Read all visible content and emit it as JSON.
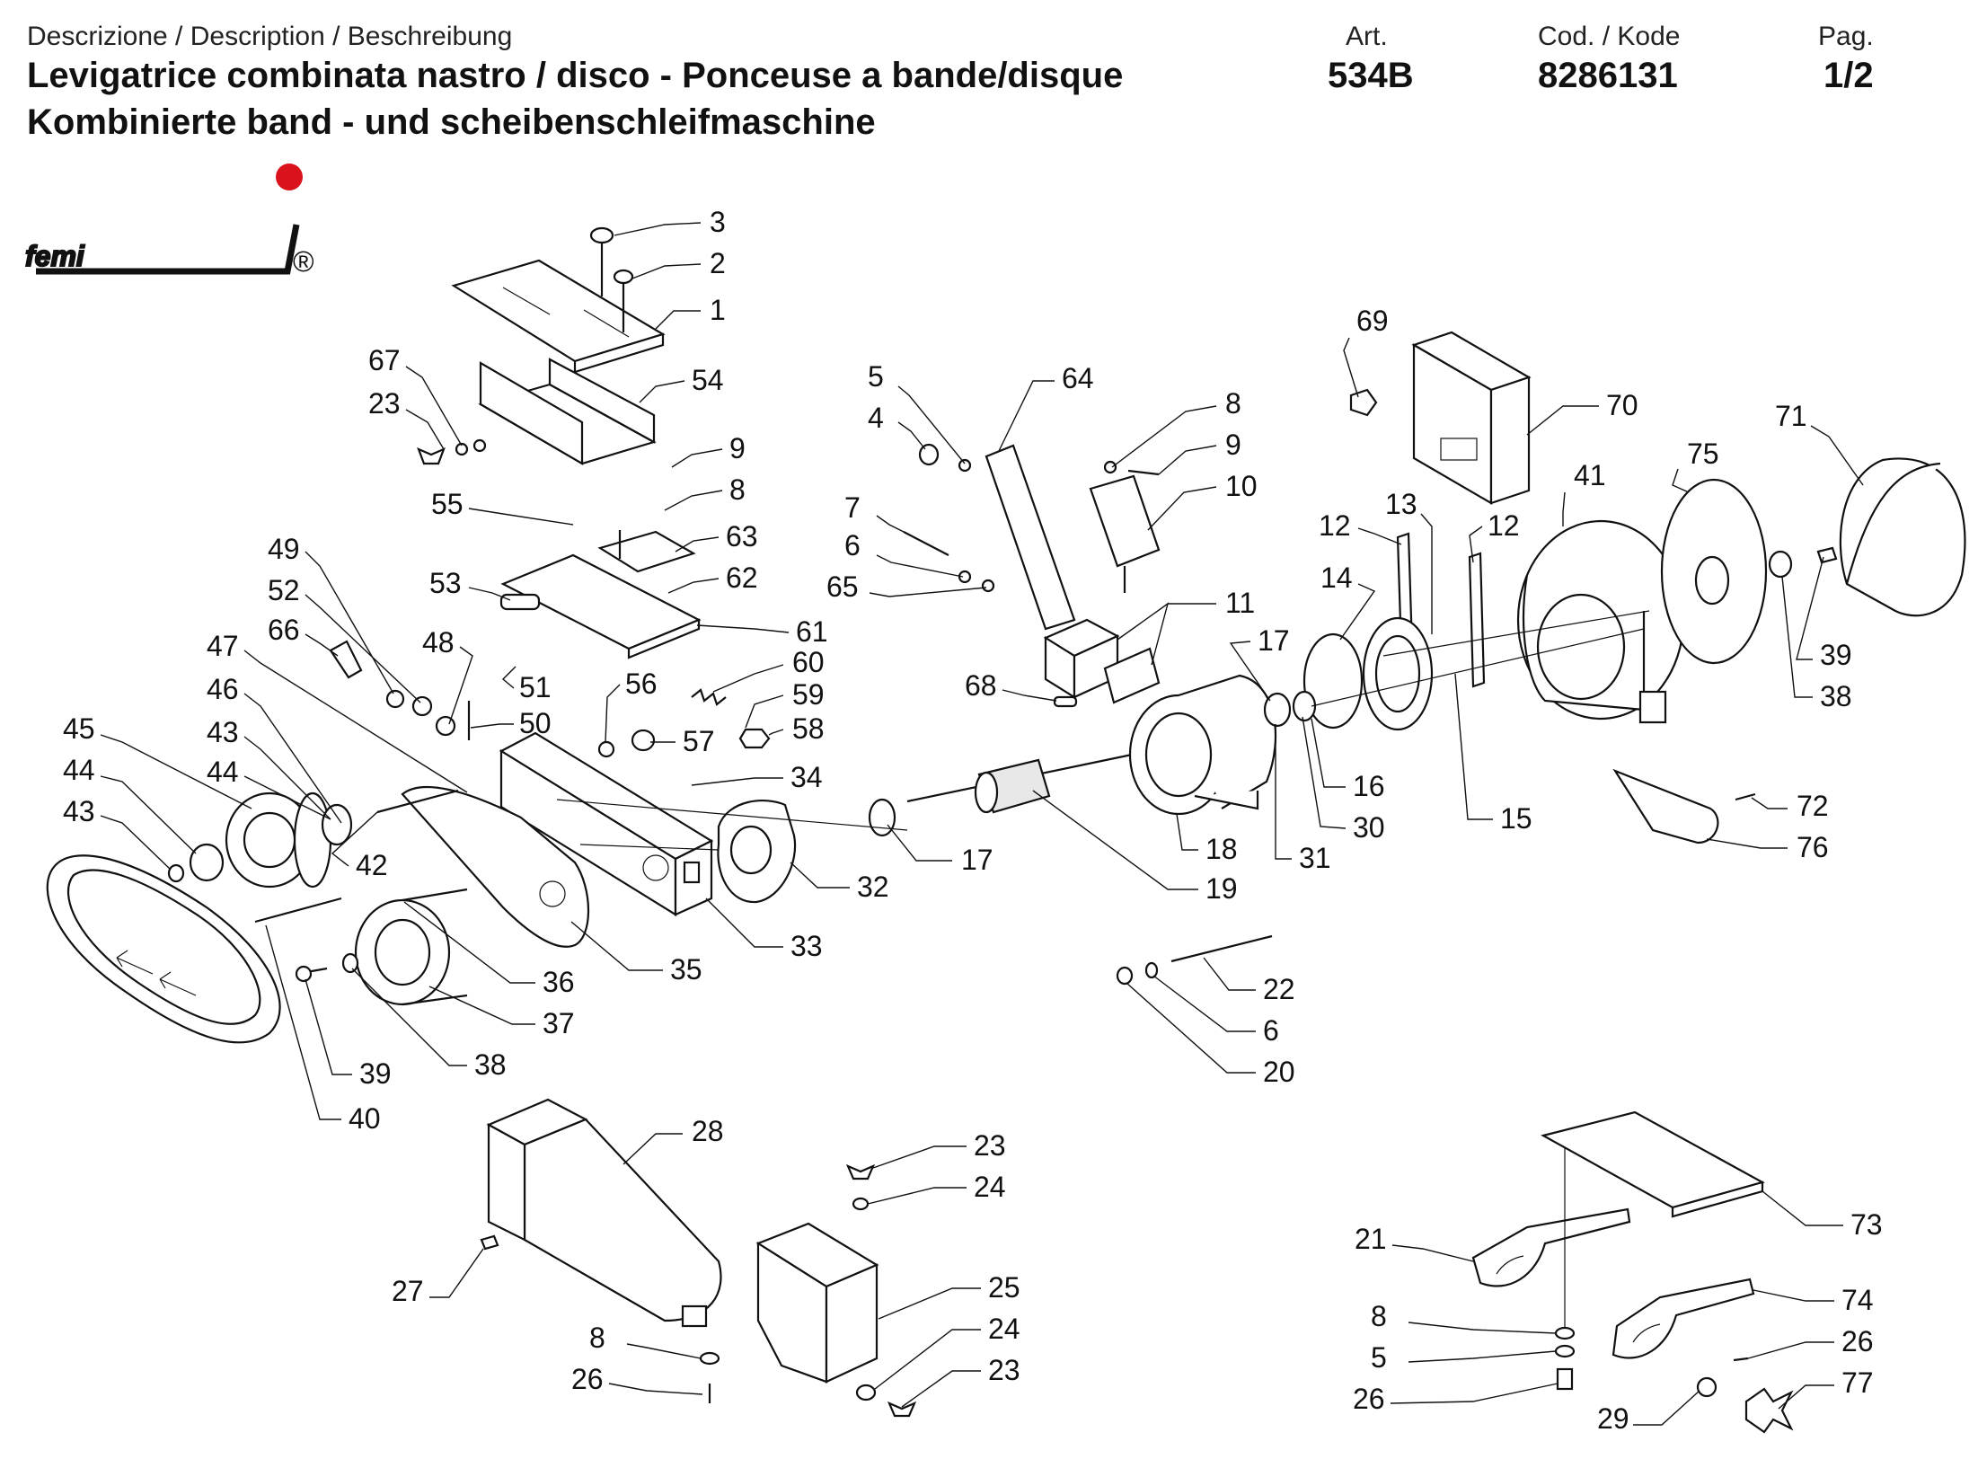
{
  "header": {
    "description_label": "Descrizione / Description / Beschreibung",
    "title_line1": "Levigatrice combinata nastro / disco - Ponceuse a bande/disque",
    "title_line2": "Kombinierte band - und scheibenschleifmaschine",
    "art_label": "Art.",
    "art_value": "534B",
    "code_label": "Cod. / Kode",
    "code_value": "8286131",
    "page_label": "Pag.",
    "page_value": "1/2"
  },
  "logo": {
    "text": "femi",
    "registered": "®",
    "dot_color": "#d9121b"
  },
  "colors": {
    "ink": "#111111",
    "background": "#ffffff",
    "logo_dot": "#d9121b"
  },
  "diagram": {
    "labels": [
      "3",
      "2",
      "1",
      "67",
      "23",
      "54",
      "9",
      "8",
      "55",
      "63",
      "62",
      "49",
      "53",
      "61",
      "52",
      "66",
      "48",
      "47",
      "51",
      "50",
      "56",
      "46",
      "45",
      "44",
      "43",
      "44",
      "43",
      "57",
      "42",
      "39",
      "40",
      "38",
      "37",
      "36",
      "35",
      "34",
      "33",
      "32",
      "5",
      "4",
      "64",
      "7",
      "6",
      "65",
      "8",
      "9",
      "10",
      "11",
      "68",
      "17",
      "19",
      "18",
      "60",
      "59",
      "58",
      "69",
      "70",
      "13",
      "12",
      "12",
      "14",
      "17",
      "16",
      "30",
      "31",
      "15",
      "41",
      "75",
      "71",
      "39",
      "38",
      "72",
      "76",
      "22",
      "6",
      "20",
      "28",
      "27",
      "23",
      "24",
      "25",
      "24",
      "23",
      "8",
      "26",
      "73",
      "21",
      "74",
      "26",
      "8",
      "5",
      "26",
      "29",
      "77"
    ]
  }
}
